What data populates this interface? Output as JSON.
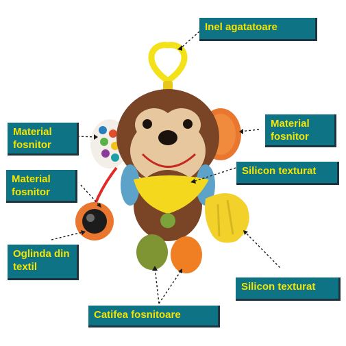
{
  "labels": {
    "hanging_ring": "Inel  agatatoare",
    "ear_right": "Material\nfosnitor",
    "ear_left": "Material\nfosnitor",
    "toy_left": "Material\nfosnitor",
    "bib": "Silicon texturat",
    "mirror": "Oglinda din\ntextil",
    "teether": "Silicon texturat",
    "feet": "Catifea fosnitoare"
  },
  "colors": {
    "label_bg": "#0e7385",
    "label_text": "#f5e500",
    "label_shadow": "#1b3440"
  }
}
